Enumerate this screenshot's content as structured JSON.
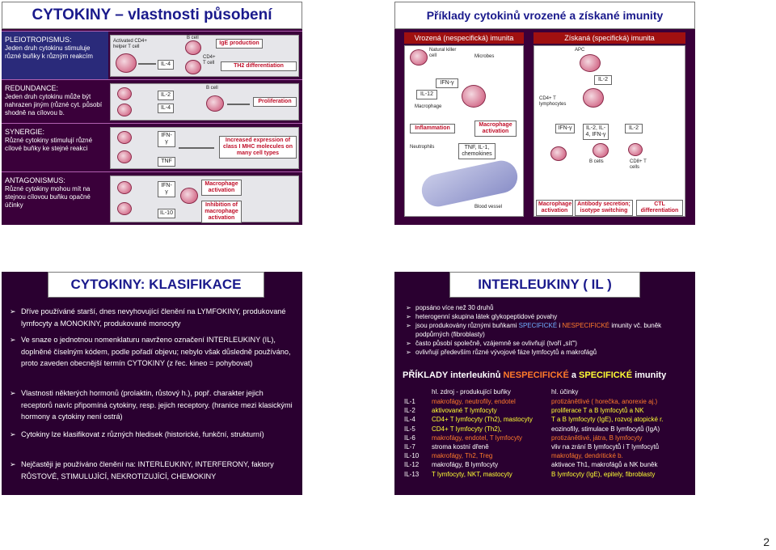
{
  "slide1": {
    "title": "CYTOKINY – vlastnosti působení",
    "rows": [
      {
        "heading": "PLEIOTROPISMUS:",
        "desc": "Jeden druh cytokinu stimuluje různé buňky k různým reakcím"
      },
      {
        "heading": "REDUNDANCE:",
        "desc": "Jeden druh cytokinu může být nahrazen jiným (různé cyt. působí shodně na cílovou b."
      },
      {
        "heading": "SYNERGIE:",
        "desc": "Různé cytokiny stimulují různé cílové buňky ke stejné reakci"
      },
      {
        "heading": "ANTAGONISMUS:",
        "desc": "Různé cytokiny mohou mít na stejnou cílovou buňku opačné účinky"
      }
    ],
    "fig1": {
      "activated": "Activated CD4+ helper T cell",
      "bcell": "B cell",
      "cd4": "CD4+ T cell",
      "il4": "IL-4",
      "ige": "IgE production",
      "th2": "TH2 differentiation"
    },
    "fig2": {
      "il2": "IL-2",
      "il4": "IL-4",
      "bcell": "B cell",
      "prolif": "Proliferation"
    },
    "fig3": {
      "ifn": "IFN-γ",
      "tnf": "TNF",
      "incr": "Increased expression of class I MHC molecules on many cell types"
    },
    "fig4": {
      "ifn": "IFN-γ",
      "il10": "IL-10",
      "mact": "Macrophage activation",
      "inhib": "Inhibition of macrophage activation"
    }
  },
  "slide2": {
    "title": "Příklady cytokinů vrozené a získané imunity",
    "innate": "Vrozená (nespecifická) imunita",
    "acquired": "Získaná (specifická) imunita",
    "labels": {
      "nk": "Natural killer cell",
      "microbes": "Microbes",
      "ifn": "IFN-γ",
      "il12": "IL-12",
      "macrophage": "Macrophage",
      "inflammation": "Inflammation",
      "mact": "Macrophage activation",
      "neutrophils": "Neutrophils",
      "tnf": "TNF, IL-1, chemokines",
      "vessel": "Blood vessel",
      "apc": "APC",
      "il2": "IL-2",
      "cd4t": "CD4+ T lymphocytes",
      "ifn2": "IFN-γ",
      "il2b": "IL-2, IL-4, IFN-γ",
      "il2c": "IL-2",
      "bcells": "B cells",
      "cd8": "CD8+ T cells",
      "mact2": "Macrophage activation",
      "antibody": "Antibody secretion; isotype switching",
      "ctl": "CTL differentiation"
    }
  },
  "slide3": {
    "title": "CYTOKINY: KLASIFIKACE",
    "bullets": [
      "Dříve používáné starší, dnes nevyhovující členění na LYMFOKINY, produkované lymfocyty a MONOKINY, produkované monocyty",
      "Ve snaze o jednotnou nomenklaturu navrženo označení INTERLEUKINY (IL), doplněné číselným kódem, podle pořadí objevu; nebylo však důsledně používáno, proto zaveden obecnější termín CYTOKINY (z řec. kineo = pohybovat)",
      "Vlastnosti některých hormonů (prolaktin, růstový h.), popř. charakter jejich receptorů navíc připomíná cytokiny, resp. jejich receptory. (hranice mezi klasickými hormony a cytokiny není ostrá)",
      "Cytokiny lze klasifikovat z různých hledisek (historické, funkční, strukturní)",
      "Nejčastěji je používáno členění na: INTERLEUKINY, INTERFERONY, faktory RŮSTOVÉ, STIMULUJÍCÍ, NEKROTIZUJÍCÍ, CHEMOKINY"
    ]
  },
  "slide4": {
    "title": "INTERLEUKINY ( IL )",
    "bullets": [
      {
        "pre": "popsáno více než 30 druhů"
      },
      {
        "pre": "heterogenní skupina látek glykopeptidové povahy"
      },
      {
        "pre": "jsou produkovány různými buňkami ",
        "nesp": "SPECIFICKÉ",
        "mid": " i ",
        "spec": "NESPECIFICKÉ",
        "post": " imunity vč. buněk podpůrných (fibroblasty)"
      },
      {
        "pre": "často působí společně, vzájemně se ovlivňují (tvoří „síť“)"
      },
      {
        "pre": "ovlivňují především různé vývojové fáze lymfocytů a makrofágů"
      }
    ],
    "examples": {
      "pre": "PŘÍKLADY interleukinů ",
      "nesp": "NESPECIFICKÉ",
      "mid": " a ",
      "spec": "SPECIFICKÉ",
      "post": " imunity"
    },
    "table_headers": [
      "hl. zdroj - produkující buňky",
      "hl. účinky"
    ],
    "table": [
      {
        "il": "IL-1",
        "src": "makrofágy, neutrofily, endotel",
        "eff": "protizánětlivé ( horečka, anorexie aj.)",
        "c1": "orange",
        "c2": "orange"
      },
      {
        "il": "IL-2",
        "src": "aktivované T lymfocyty",
        "eff": "proliferace T a B lymfocytů a NK",
        "c1": "yellow",
        "c2": "yellow"
      },
      {
        "il": "IL-4",
        "src": "CD4+ T lymfocyty (Th2), mastocyty",
        "eff": "T a B lymfocyty (IgE), rozvoj atopické r.",
        "c1": "yellow",
        "c2": "yellow"
      },
      {
        "il": "IL-5",
        "src": "CD4+ T lymfocyty (Th2),",
        "eff": "eozinofily, stimulace B lymfocytů (IgA)",
        "c1": "yellow",
        "c2": "white"
      },
      {
        "il": "IL-6",
        "src": "makrofágy, endotel, T lymfocyty",
        "eff": "protizánětlivé, játra, B lymfocyty",
        "c1": "orange",
        "c2": "orange"
      },
      {
        "il": "IL-7",
        "src": "stroma kostní dřeně",
        "eff": "vliv na zrání B lymfocytů i T lymfocytů",
        "c1": "white",
        "c2": "white"
      },
      {
        "il": "IL-10",
        "src": "makrofágy, Th2, Treg",
        "eff": "makrofágy, dendritické b.",
        "c1": "orange",
        "c2": "orange"
      },
      {
        "il": "IL-12",
        "src": "makrofágy, B lymfocyty",
        "eff": "aktivace Th1, makrofágů a NK buněk",
        "c1": "white",
        "c2": "white"
      },
      {
        "il": "IL-13",
        "src": "T lymfocyty, NKT, mastocyty",
        "eff": "B lymfocyty (IgE), epitely, fibroblasty",
        "c1": "yellow",
        "c2": "yellow"
      }
    ]
  },
  "page_number": "2",
  "colors": {
    "slide_bg": "#3a003a",
    "title_text": "#1a1a8c",
    "nonspecific": "#ff7a2a",
    "specific": "#ffff33"
  }
}
